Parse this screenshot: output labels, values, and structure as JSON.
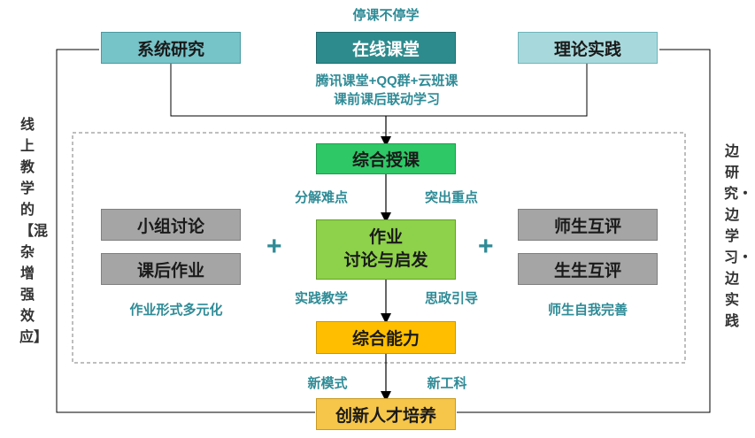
{
  "top_caption": "停课不停学",
  "top_boxes": {
    "left": "系统研究",
    "center": "在线课堂",
    "right": "理论实践"
  },
  "center_caption": {
    "line1": "腾讯课堂+QQ群+云班课",
    "line2": "课前课后联动学习"
  },
  "left_vertical": "线上教学的【混杂增强效应】",
  "right_vertical": "边研究・边学习・边实践",
  "middle": {
    "teach_box": "综合授课",
    "label_left_upper": "分解难点",
    "label_right_upper": "突出重点",
    "homework_box_line1": "作业",
    "homework_box_line2": "讨论与启发",
    "label_left_lower": "实践教学",
    "label_right_lower": "思政引导",
    "ability_box": "综合能力"
  },
  "left_group": {
    "box1": "小组讨论",
    "box2": "课后作业",
    "caption": "作业形式多元化",
    "plus": "+"
  },
  "right_group": {
    "box1": "师生互评",
    "box2": "生生互评",
    "caption": "师生自我完善",
    "plus": "+"
  },
  "bottom": {
    "label_left": "新模式",
    "label_right": "新工科",
    "result_box": "创新人才培养"
  },
  "colors": {
    "teal_box": "#76c3c8",
    "dark_teal_box": "#2e8b8d",
    "light_teal_box": "#a7d9dc",
    "green_box": "#2ec866",
    "lime_box": "#8ed14a",
    "orange_box": "#ffbf00",
    "gold_box": "#f5c64a",
    "gray_box": "#a5a5a5",
    "caption_text": "#2e8b96"
  }
}
